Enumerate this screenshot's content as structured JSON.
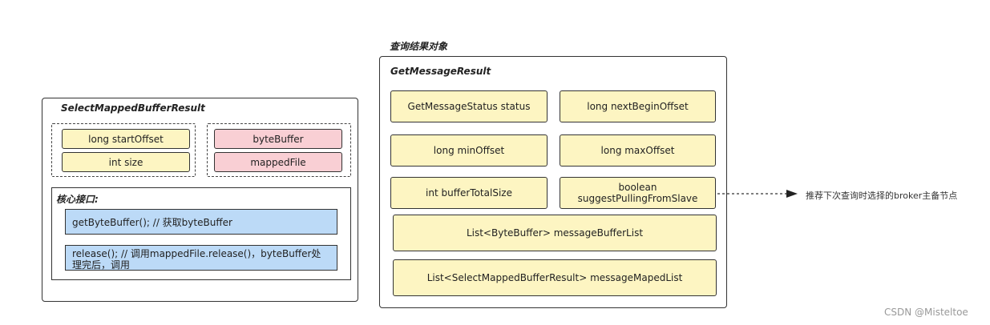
{
  "query_result_label": "查询结果对象",
  "select_result": {
    "title": "SelectMappedBufferResult",
    "fields_left": [
      "long startOffset",
      "int size"
    ],
    "fields_right": [
      "byteBuffer",
      "mappedFile"
    ],
    "core_interface_title": "核心接口:",
    "methods": [
      "getByteBuffer(); // 获取byteBuffer",
      "release(); // 调用mappedFile.release()，byteBuffer处理完后，调用"
    ]
  },
  "get_message_result": {
    "title": "GetMessageResult",
    "fields": {
      "status": "GetMessageStatus status",
      "next_begin_offset": "long  nextBeginOffset",
      "min_offset": "long  minOffset",
      "max_offset": "long  maxOffset",
      "buffer_total_size": "int bufferTotalSize",
      "suggest_line1": "boolean",
      "suggest_line2": "suggestPullingFromSlave",
      "message_buffer_list": "List<ByteBuffer> messageBufferList",
      "message_maped_list": "List<SelectMappedBufferResult> messageMapedList"
    }
  },
  "annotation": "推荐下次查询时选择的broker主备节点",
  "watermark": "CSDN @Misteltoe"
}
